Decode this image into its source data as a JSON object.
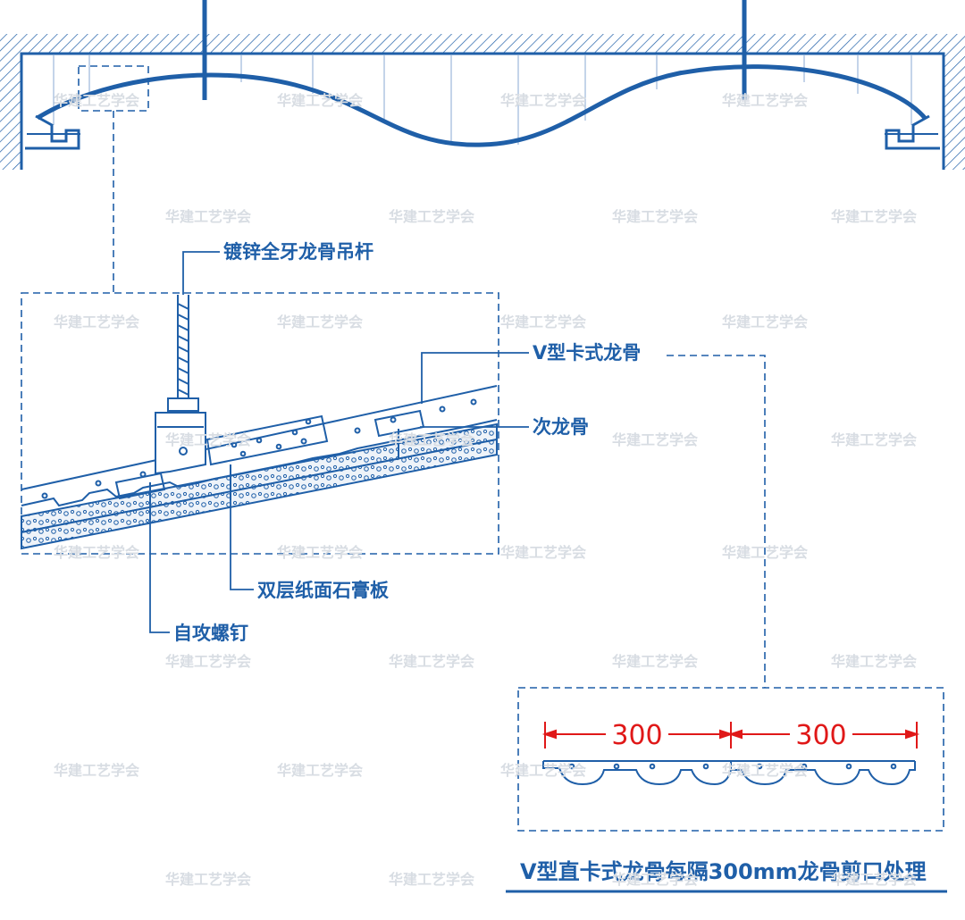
{
  "labels": {
    "hanger_rod": "镀锌全牙龙骨吊杆",
    "v_keel": "V型卡式龙骨",
    "secondary_keel": "次龙骨",
    "gypsum_board": "双层纸面石膏板",
    "screw": "自攻螺钉"
  },
  "dimensions": {
    "first": "300",
    "second": "300"
  },
  "caption": "V型直卡式龙骨每隔300mm龙骨剪口处理",
  "watermark": "华建工艺学会",
  "colors": {
    "line": "#1f5fa8",
    "dimension": "#e01818",
    "watermark": "#d8dde3"
  }
}
